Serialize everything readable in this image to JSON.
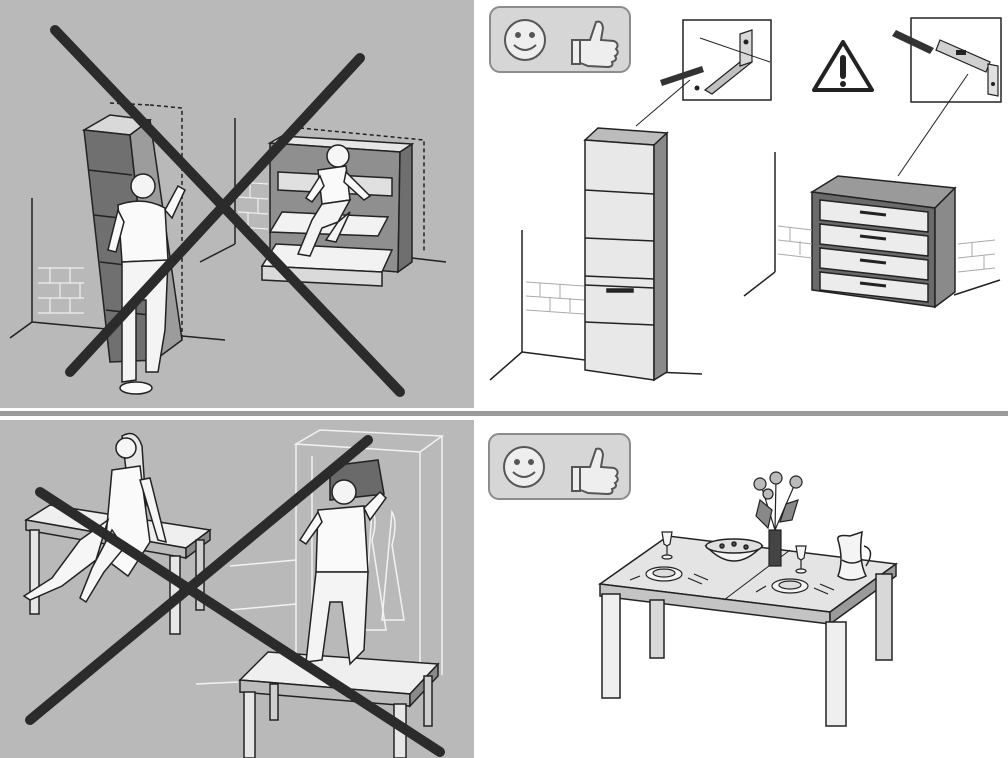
{
  "colors": {
    "prohibited_bg": "#b9b9b9",
    "allowed_bg": "#ffffff",
    "cross": "#2b2b2b",
    "badge_bg": "#d6d6d6",
    "badge_border": "#8c8c8c",
    "furniture_light": "#e6e6e6",
    "furniture_mid": "#bdbdbd",
    "furniture_dark": "#6f6f6f"
  },
  "panels": [
    {
      "id": "prohibited-climbing",
      "status": "prohibited",
      "icons": [
        "cross-icon"
      ]
    },
    {
      "id": "wall-anchoring",
      "status": "recommended",
      "icons": [
        "smiley-icon",
        "thumbs-up-icon",
        "warning-icon",
        "wall-bracket-icon",
        "spirit-level-icon"
      ]
    },
    {
      "id": "prohibited-sitting-standing-on-table",
      "status": "prohibited",
      "icons": [
        "cross-icon"
      ]
    },
    {
      "id": "table-proper-use",
      "status": "recommended",
      "icons": [
        "smiley-icon",
        "thumbs-up-icon"
      ]
    }
  ]
}
